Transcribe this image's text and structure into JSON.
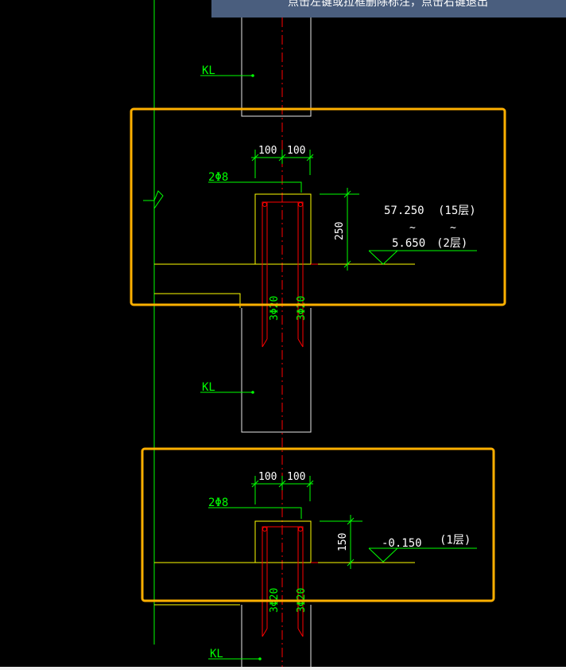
{
  "status_bar": {
    "text": "点击左键或拉框删除标注，点击右键退出"
  },
  "colors": {
    "background": "#000000",
    "green": "#00ff00",
    "white": "#ffffff",
    "yellow": "#ffff00",
    "red": "#ff0000",
    "highlight": "#ffb000",
    "status_bg": "#4a5e7e"
  },
  "labels": {
    "kl_1": "KL",
    "kl_2": "KL",
    "kl_3": "KL",
    "dim_upper_left": "100",
    "dim_upper_right": "100",
    "rebar_upper": "2Φ8",
    "height_upper": "250",
    "elev_top": "57.250",
    "floor_top": "(15层)",
    "tilde_1": "~",
    "tilde_2": "~",
    "elev_bottom": "5.650",
    "floor_bottom": "(2层)",
    "bar_upper_left": "3Φ20",
    "bar_upper_right": "3Φ20",
    "dim_lower_left": "100",
    "dim_lower_right": "100",
    "rebar_lower": "2Φ8",
    "height_lower": "150",
    "elev_lower": "-0.150",
    "floor_lower": "(1层)",
    "bar_lower_left": "3Φ20",
    "bar_lower_right": "3Φ20"
  }
}
